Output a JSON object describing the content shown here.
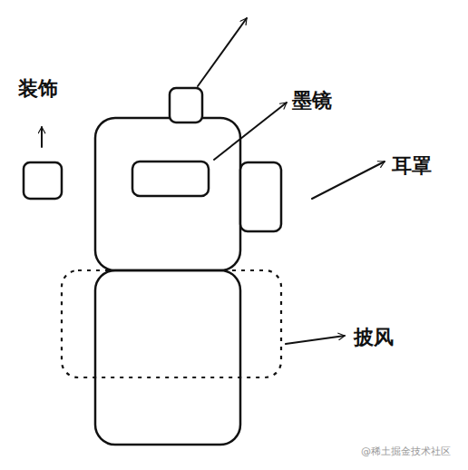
{
  "diagram": {
    "labels": [
      "装饰",
      "墨镜",
      "耳罩",
      "披风",
      "@稀土掘金技术社区"
    ]
  }
}
